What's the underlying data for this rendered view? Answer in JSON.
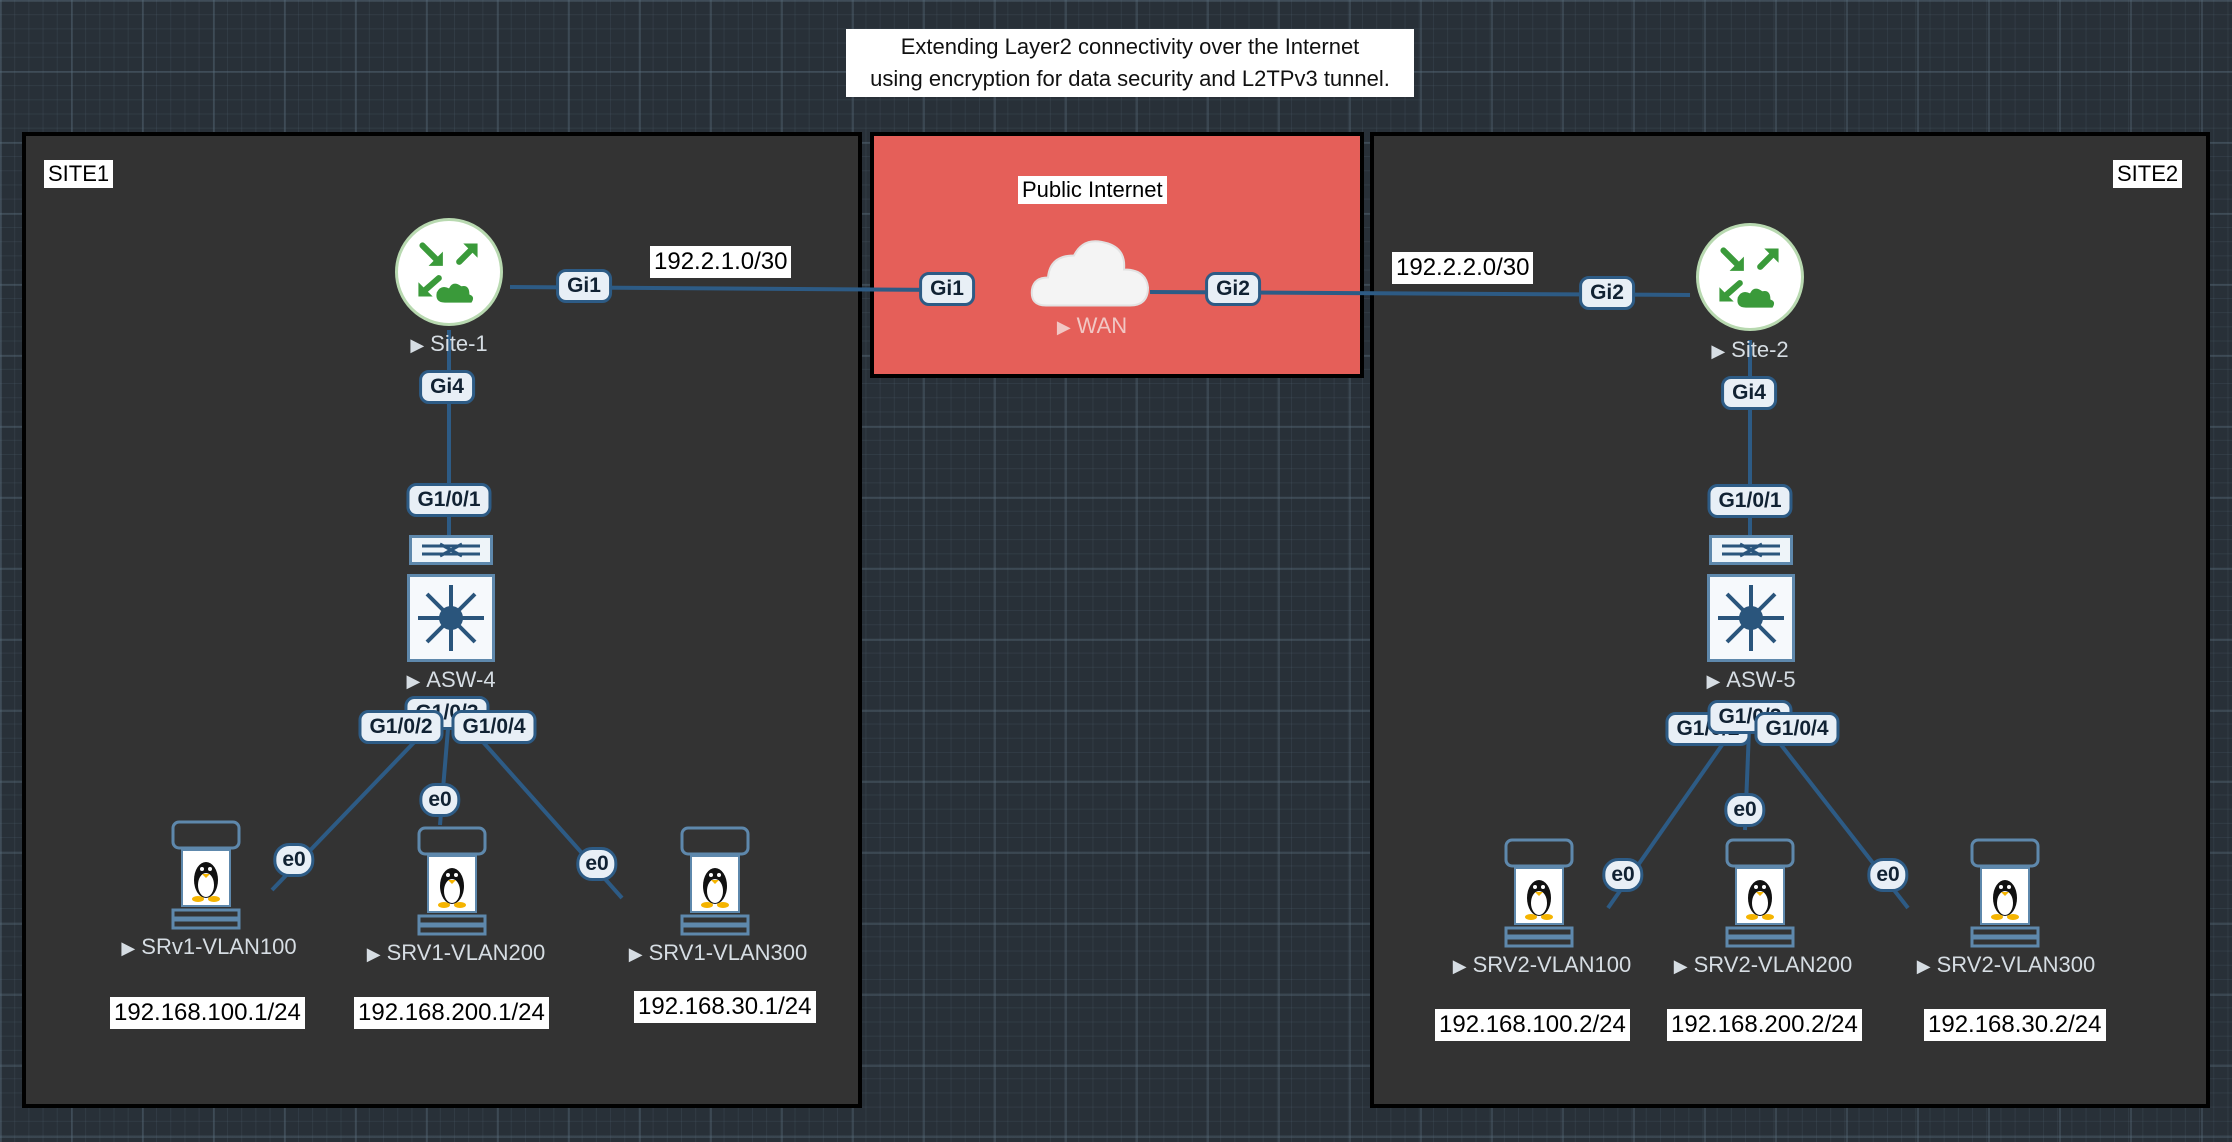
{
  "title": {
    "line1": "Extending Layer2 connectivity over the Internet",
    "line2": "using encryption for data security and L2TPv3 tunnel."
  },
  "site1": {
    "label": "SITE1"
  },
  "site2": {
    "label": "SITE2"
  },
  "internet": {
    "label": "Public Internet"
  },
  "colors": {
    "site_bg": "#333333",
    "internet_bg": "#e55f59",
    "link": "#2d5b85",
    "router_icon": "#3a9a3a",
    "switch_icon": "#2a557c"
  },
  "links": {
    "site1_wan_subnet": "192.2.1.0/30",
    "site2_wan_subnet": "192.2.2.0/30"
  },
  "nodes": {
    "site1_router": {
      "name": "Site-1",
      "icon": "router-icon"
    },
    "site2_router": {
      "name": "Site-2",
      "icon": "router-icon"
    },
    "wan": {
      "name": "WAN",
      "icon": "cloud-icon"
    },
    "asw4": {
      "name": "ASW-4",
      "icon": "switch-icon"
    },
    "asw5": {
      "name": "ASW-5",
      "icon": "switch-icon"
    },
    "srv1_100": {
      "name": "SRv1-VLAN100",
      "ip": "192.168.100.1/24",
      "icon": "linux-server-icon"
    },
    "srv1_200": {
      "name": "SRV1-VLAN200",
      "ip": "192.168.200.1/24",
      "icon": "linux-server-icon"
    },
    "srv1_300": {
      "name": "SRV1-VLAN300",
      "ip": "192.168.30.1/24",
      "icon": "linux-server-icon"
    },
    "srv2_100": {
      "name": "SRV2-VLAN100",
      "ip": "192.168.100.2/24",
      "icon": "linux-server-icon"
    },
    "srv2_200": {
      "name": "SRV2-VLAN200",
      "ip": "192.168.200.2/24",
      "icon": "linux-server-icon"
    },
    "srv2_300": {
      "name": "SRV2-VLAN300",
      "ip": "192.168.30.2/24",
      "icon": "linux-server-icon"
    }
  },
  "ports": {
    "site1_gi1": "Gi1",
    "site1_gi4": "Gi4",
    "wan_gi1": "Gi1",
    "wan_gi2": "Gi2",
    "site2_gi2": "Gi2",
    "site2_gi4": "Gi4",
    "asw4_g101": "G1/0/1",
    "asw4_g102": "G1/0/2",
    "asw4_g103": "G1/0/3",
    "asw4_g104": "G1/0/4",
    "asw5_g101": "G1/0/1",
    "asw5_g102": "G1/0/2",
    "asw5_g103": "G1/0/3",
    "asw5_g104": "G1/0/4",
    "e0": "e0"
  }
}
